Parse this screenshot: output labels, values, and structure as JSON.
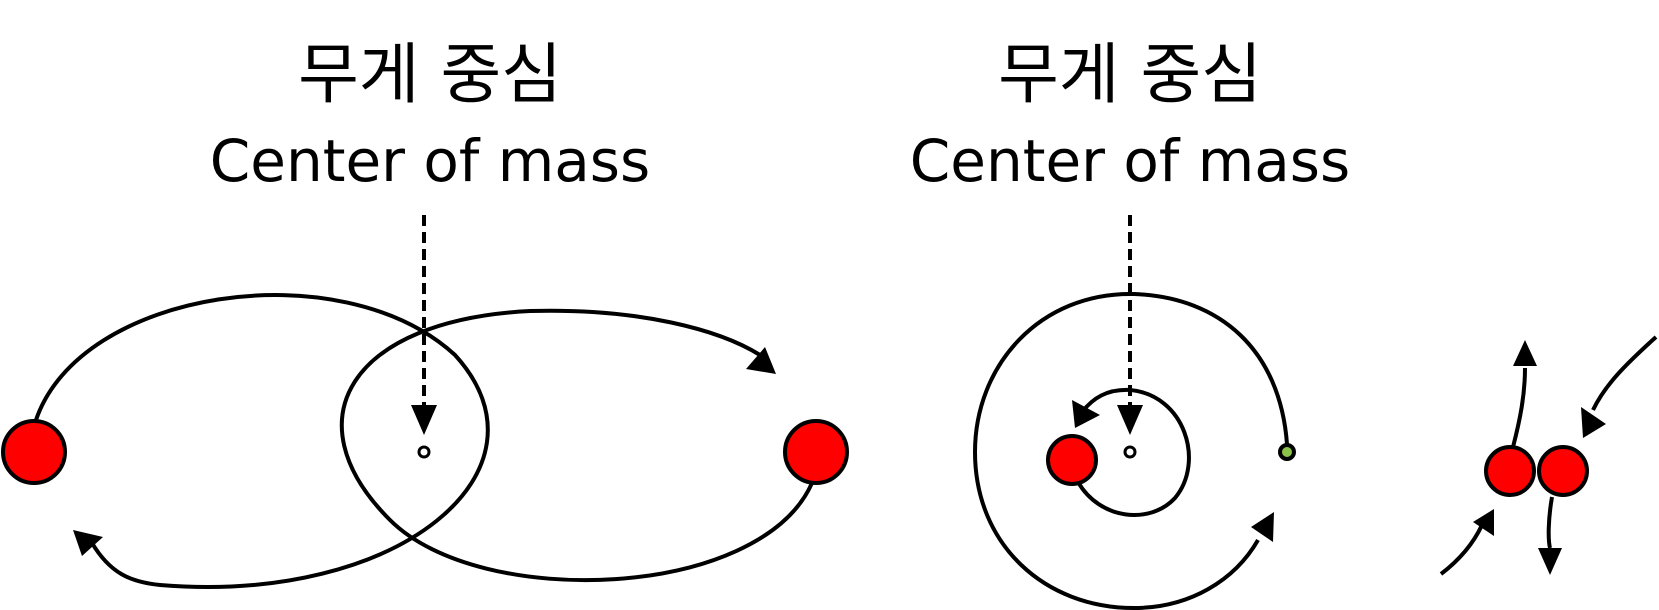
{
  "labels": {
    "left_korean": "무게 중심",
    "left_english": "Center of mass",
    "right_korean": "무게 중심",
    "right_english": "Center of mass"
  },
  "colors": {
    "large_body": "#ff0000",
    "small_body": "#8bc34a",
    "line": "#000000",
    "background": "#ffffff"
  }
}
